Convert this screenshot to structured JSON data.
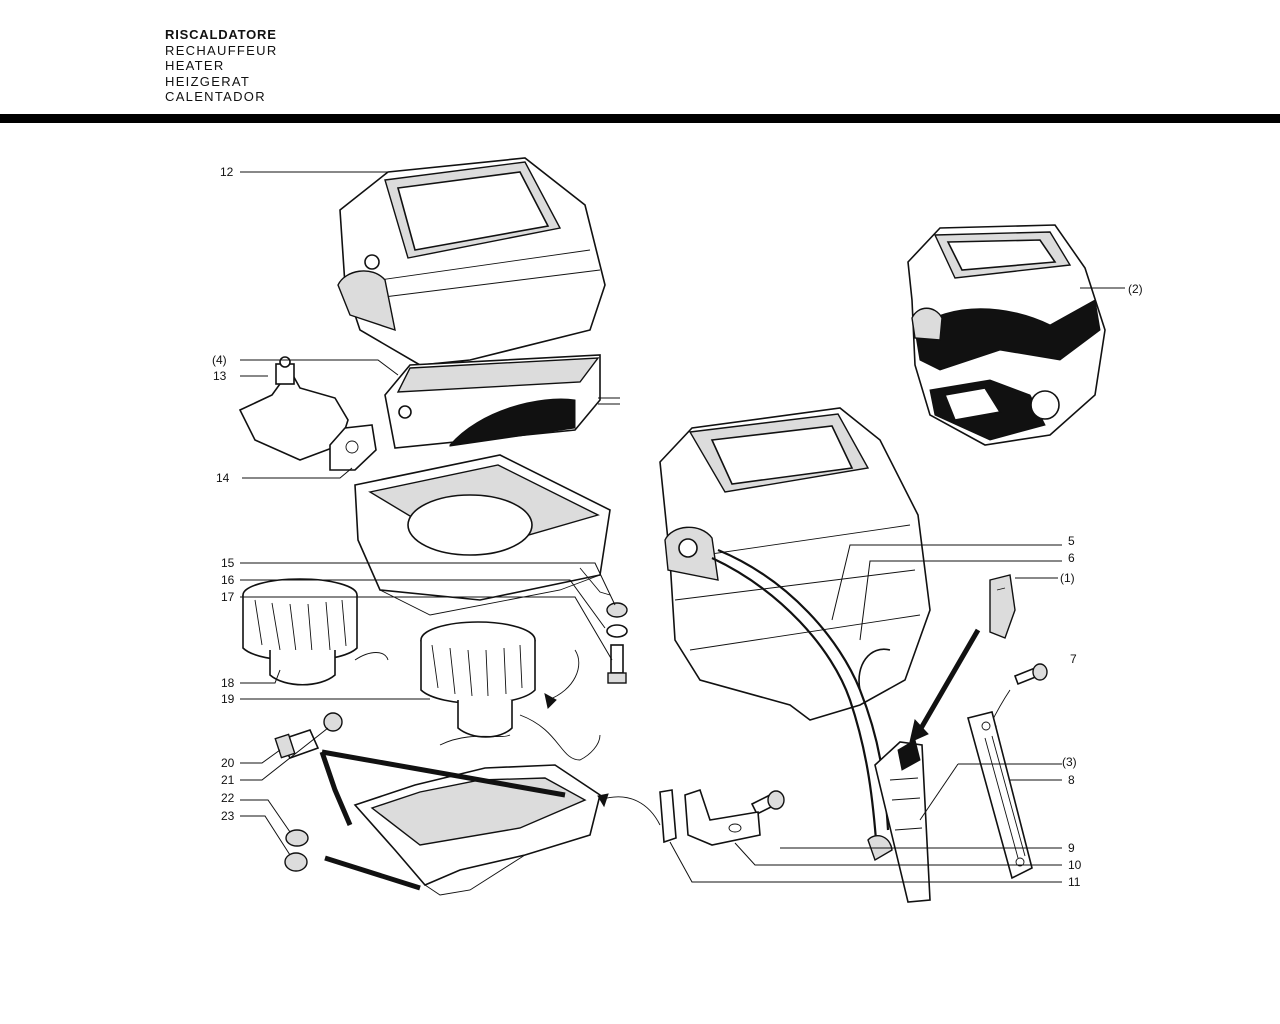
{
  "header": {
    "titles": [
      "RISCALDATORE",
      "RECHAUFFEUR",
      "HEATER",
      "HEIZGERAT",
      "CALENTADOR"
    ]
  },
  "callouts": {
    "c12": "12",
    "c4": "(4)",
    "c13": "13",
    "c14": "14",
    "c15": "15",
    "c16": "16",
    "c17": "17",
    "c18": "18",
    "c19": "19",
    "c20": "20",
    "c21": "21",
    "c22": "22",
    "c23": "23",
    "c2": "(2)",
    "c5": "5",
    "c6": "6",
    "c1": "(1)",
    "c7": "7",
    "c3": "(3)",
    "c8": "8",
    "c9": "9",
    "c10": "10",
    "c11": "11"
  }
}
